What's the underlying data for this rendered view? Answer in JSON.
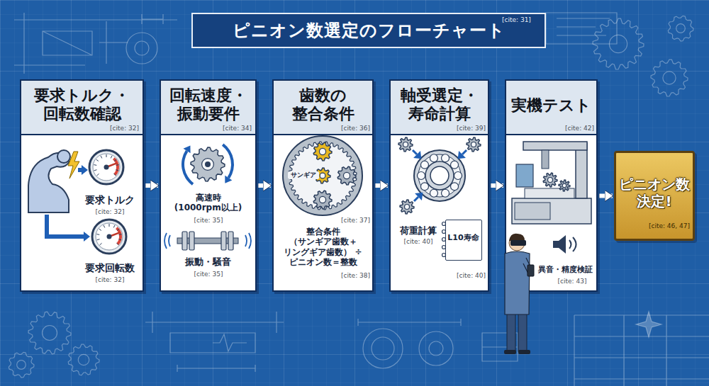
{
  "diagram": {
    "title": "ピニオン数選定のフローチャート",
    "nodes": [
      {
        "text": [
          "要求トルク・ 回転数確認",
          "[cite: 32]",
          "要求トルク",
          "[cite: 32]",
          "要求回転数",
          "[cite: 32]"
        ]
      },
      {
        "text": [
          "回転速度・ 振動要件",
          "[cite: 34]",
          "高速時 (1000rpm以上)",
          "[cite: 35]",
          "振動・騒音",
          "[cite: 35]"
        ]
      },
      {
        "text": [
          "歯数の 整合条件",
          "[cite: 36]",
          "サンギア",
          "整合条件 （サンギア歯数＋ リングギア歯数） ÷ピニオン数＝整数",
          "[cite: 37]",
          "[cite: 38]"
        ]
      },
      {
        "text": [
          "軸受選定・ 寿命計算",
          "[cite: 39]",
          "荷重計算",
          "[cite: 40]",
          "[cite: 40]"
        ]
      },
      {
        "text": [
          "L10寿命"
        ],
        "in": 3
      },
      {
        "text": [
          "実機テスト",
          "[cite: 42]",
          "異音・精度検証",
          "[cite: 43]"
        ]
      },
      {
        "text": [
          "ピニオン数 決定!",
          "[cite: 46, 47]"
        ]
      }
    ],
    "edges": [
      {
        "from": 0,
        "to": 1,
        "arrow": "to"
      },
      {
        "from": 1,
        "to": 2,
        "arrow": "to"
      },
      {
        "from": 2,
        "to": 3,
        "arrow": "to"
      },
      {
        "from": 3,
        "to": 5,
        "arrow": "to"
      },
      {
        "from": 5,
        "to": 6,
        "arrow": "to"
      }
    ],
    "labels": [
      "[cite: 31]"
    ]
  }
}
